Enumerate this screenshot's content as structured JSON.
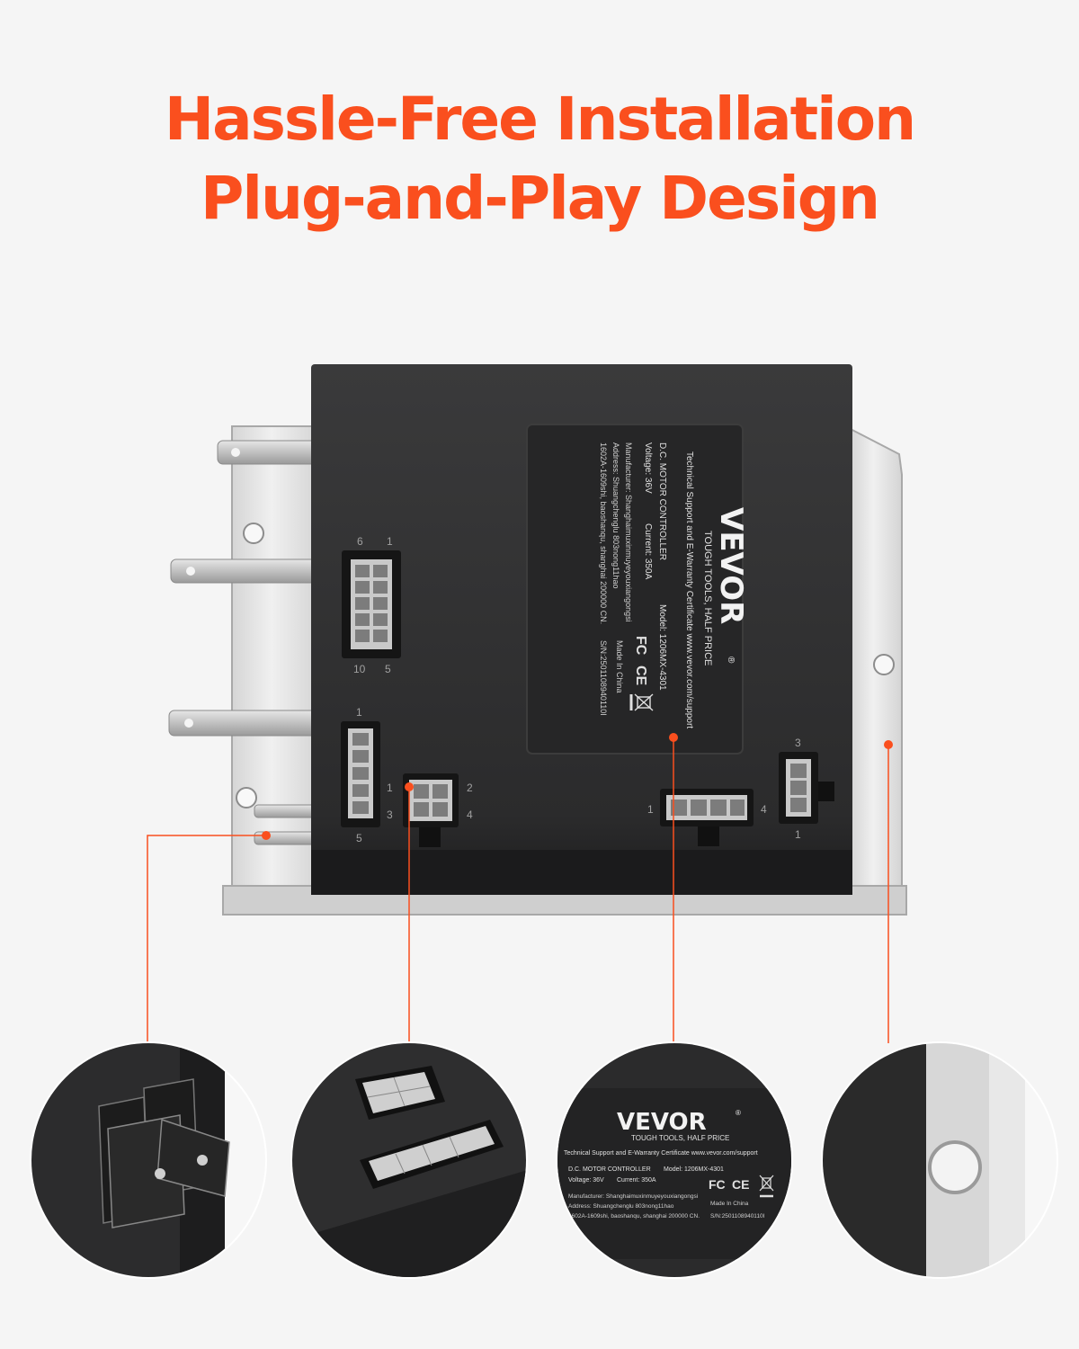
{
  "headline": {
    "line1": "Hassle-Free Installation",
    "line2": "Plug-and-Play Design"
  },
  "label": {
    "brand": "VEVOR",
    "tagline": "TOUGH TOOLS, HALF PRICE",
    "support": "Technical Support and E-Warranty Certificate www.vevor.com/support",
    "product": "D.C. MOTOR CONTROLLER",
    "model": "Model: 1206MX-4301",
    "voltage": "Voltage: 36V",
    "current": "Current: 350A",
    "manufacturer": "Manufacturer: Shanghaimuxinmuyeyouxiangongsi",
    "address1": "Address: Shuangchenglu 803nong11hao",
    "address2": "1602A-1609shi, baoshanqu, shanghai 200000 CN.",
    "origin": "Made In China",
    "serial": "S/N:2501108940110I"
  },
  "connectors": {
    "c10_top": "1",
    "c10_left": "6",
    "c10_bottom_left": "10",
    "c10_bottom_right": "5",
    "c5_top": "1",
    "c5_bottom": "5",
    "c4_1": "1",
    "c4_2": "2",
    "c4_3": "3",
    "c4_4": "4",
    "c_row_1": "1",
    "c_row_4": "4",
    "c3_top": "3",
    "c3_bottom": "1"
  },
  "colors": {
    "accent": "#fa4f1e",
    "housing": "#2f2f30",
    "plate": "#d9d9d9",
    "background": "#f5f5f5"
  },
  "icons": [
    "fc-mark-icon",
    "ce-mark-icon",
    "weee-bin-icon",
    "registered-mark-icon"
  ]
}
